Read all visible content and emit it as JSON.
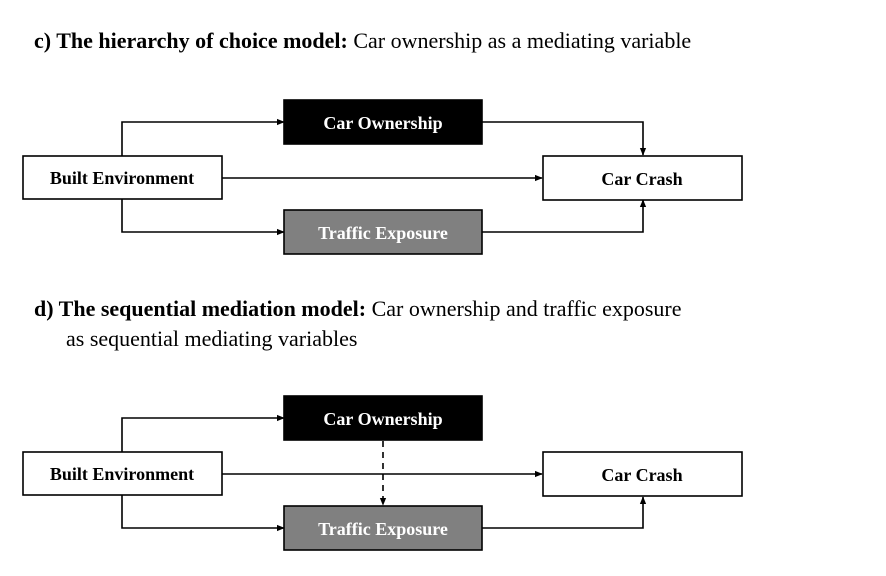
{
  "panel_c": {
    "label": "c)",
    "title_bold": "The hierarchy of choice model:",
    "title_rest": "Car ownership as a mediating variable",
    "nodes": {
      "built_environment": "Built Environment",
      "car_ownership": "Car Ownership",
      "traffic_exposure": "Traffic Exposure",
      "car_crash": "Car Crash"
    }
  },
  "panel_d": {
    "label": "d)",
    "title_bold": "The sequential mediation model:",
    "title_rest": "Car ownership and traffic exposure",
    "title_cont": "as sequential mediating variables",
    "nodes": {
      "built_environment": "Built Environment",
      "car_ownership": "Car Ownership",
      "traffic_exposure": "Traffic Exposure",
      "car_crash": "Car Crash"
    }
  },
  "colors": {
    "car_ownership_fill": "#000000",
    "traffic_exposure_fill": "#808080",
    "white_box_fill": "#ffffff",
    "stroke": "#000000"
  }
}
